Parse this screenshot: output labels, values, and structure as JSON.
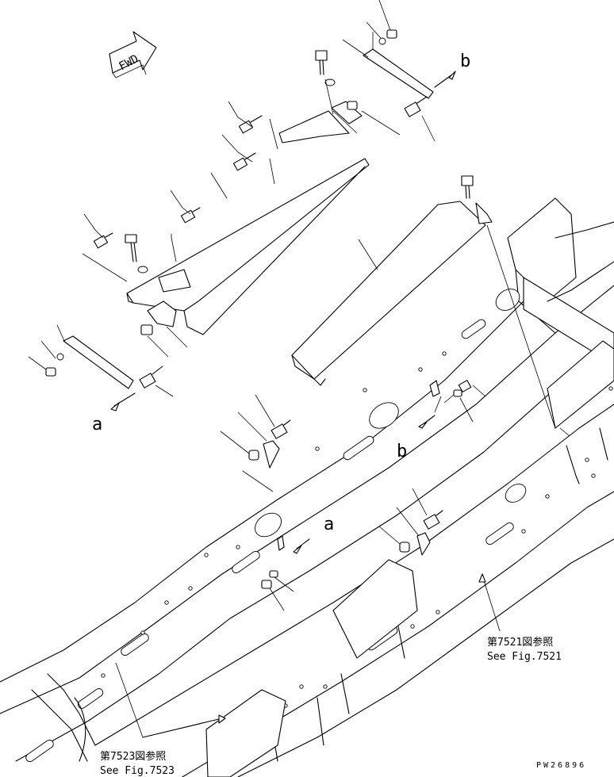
{
  "labels": {
    "fwd": "FWD",
    "ref_a_top": "a",
    "ref_b_top": "b",
    "ref_b_mid": "b",
    "ref_a_mid": "a",
    "ref_7521_ja": "第7521図参照",
    "ref_7521_en": "See Fig.7521",
    "ref_7523_ja": "第7523図参照",
    "ref_7523_en": "See Fig.7523",
    "drawing_code": "PW26896"
  }
}
